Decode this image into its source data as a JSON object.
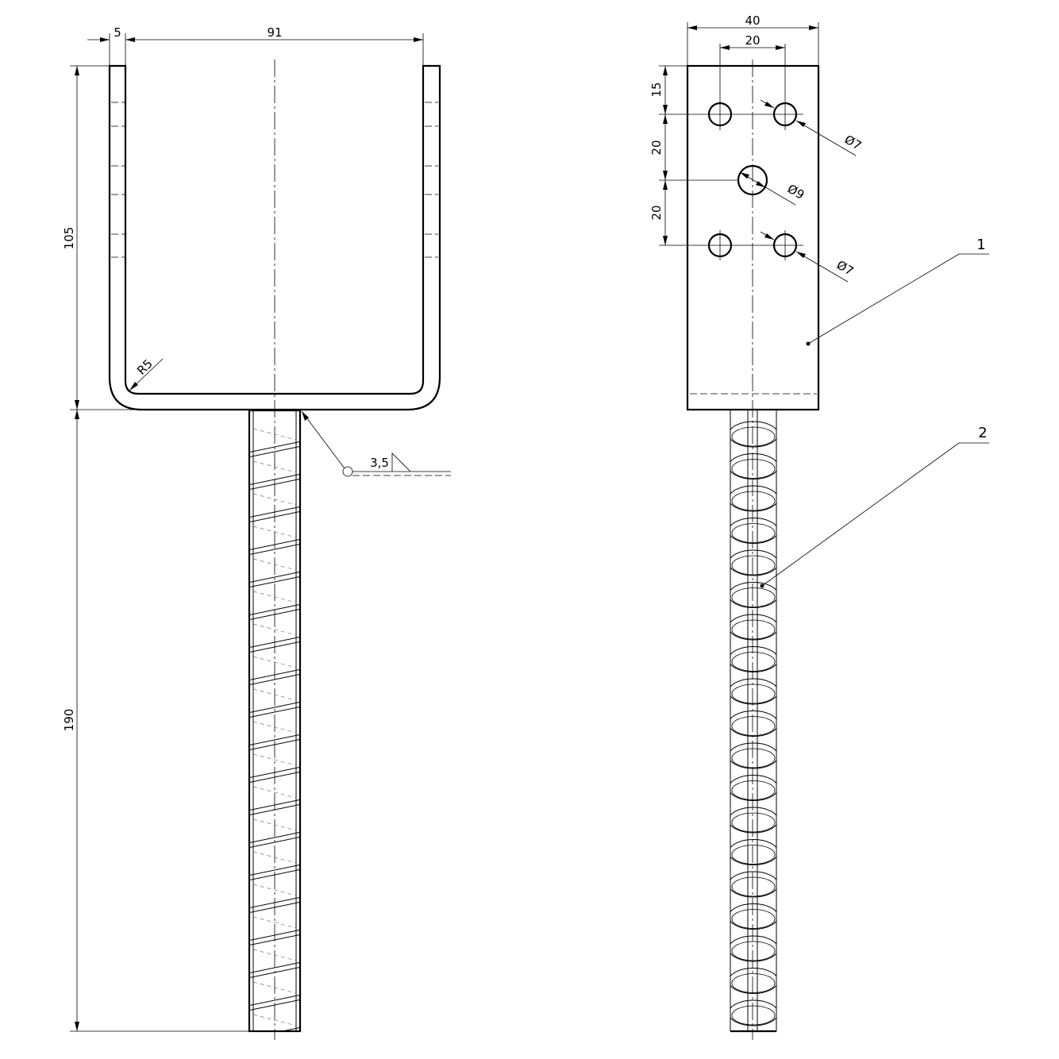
{
  "dimensions": {
    "flange_thickness": "5",
    "inner_width": "91",
    "cup_height": "105",
    "rod_length": "190",
    "plate_width": "40",
    "hole_spacing_horizontal": "20",
    "hole_offset_top": "15",
    "hole_spacing_vertical_1": "20",
    "hole_spacing_vertical_2": "20",
    "small_hole_diameter_top": "Ø7",
    "large_hole_diameter": "Ø9",
    "small_hole_diameter_bottom": "Ø7",
    "bend_radius": "R5",
    "weld_size": "3,5"
  },
  "callouts": {
    "part_1": "1",
    "part_2": "2"
  }
}
